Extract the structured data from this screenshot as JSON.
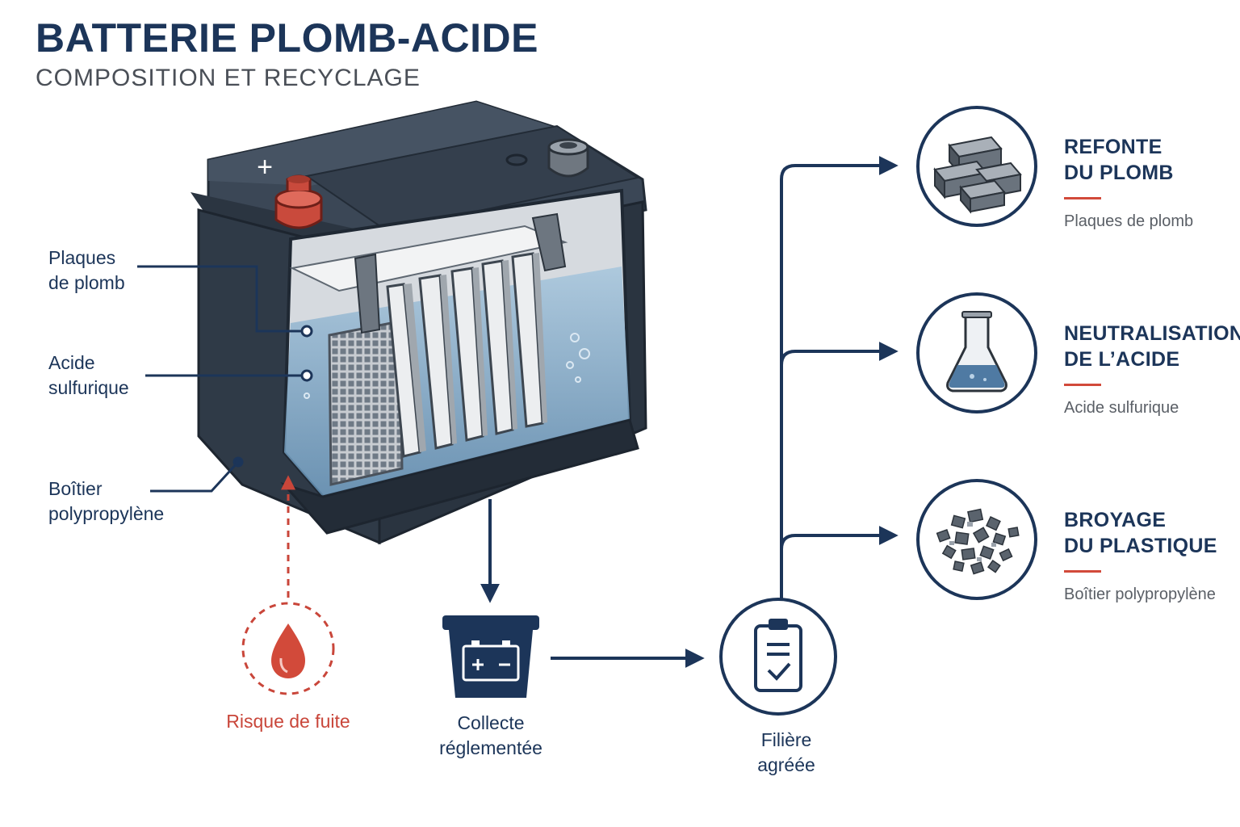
{
  "header": {
    "title": "BATTERIE PLOMB-ACIDE",
    "subtitle": "COMPOSITION ET RECYCLAGE"
  },
  "battery": {
    "plus_sign": "+",
    "components": [
      {
        "line1": "Plaques",
        "line2": "de plomb"
      },
      {
        "line1": "Acide",
        "line2": "sulfurique"
      },
      {
        "line1": "Boîtier",
        "line2": "polypropylène"
      }
    ],
    "leak_risk": "Risque de fuite"
  },
  "process": {
    "collect": {
      "line1": "Collecte",
      "line2": "réglementée",
      "icon": "battery-bin-icon"
    },
    "approved": {
      "line1": "Filière",
      "line2": "agréée",
      "icon": "clipboard-check-icon"
    }
  },
  "outputs": [
    {
      "title1": "REFONTE",
      "title2": "DU PLOMB",
      "sub": "Plaques de plomb",
      "icon": "lead-ingots-icon"
    },
    {
      "title1": "NEUTRALISATION",
      "title2": "DE L’ACIDE",
      "sub": "Acide sulfurique",
      "icon": "flask-icon"
    },
    {
      "title1": "BROYAGE",
      "title2": "DU PLASTIQUE",
      "sub": "Boîtier polypropylène",
      "icon": "plastic-granules-icon"
    }
  ],
  "colors": {
    "navy": "#1c3559",
    "accent_red": "#d24a3a",
    "battery_case": "#2f3a47",
    "acid_blue": "#8fb3cf"
  }
}
